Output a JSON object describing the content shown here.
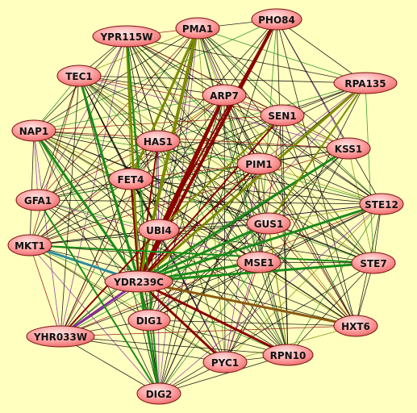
{
  "colors": {
    "background": "#ffffc0",
    "node_fill_light": "#ffd0d0",
    "node_fill_dark": "#f07a7a",
    "node_stroke": "#7a1010",
    "edge_default": "#000000",
    "edge_darkred": "#8b0000",
    "edge_green": "#1a8a1a",
    "edge_olive": "#7a8a00",
    "edge_teal": "#2a8aa0",
    "edge_purple": "#8a2aa0",
    "edge_brown": "#8a5a10"
  },
  "nodes": [
    {
      "id": "PHO84",
      "label": "PHO84"
    },
    {
      "id": "PMA1",
      "label": "PMA1"
    },
    {
      "id": "YPR115W",
      "label": "YPR115W"
    },
    {
      "id": "RPA135",
      "label": "RPA135"
    },
    {
      "id": "TEC1",
      "label": "TEC1"
    },
    {
      "id": "ARP7",
      "label": "ARP7"
    },
    {
      "id": "SEN1",
      "label": "SEN1"
    },
    {
      "id": "NAP1",
      "label": "NAP1"
    },
    {
      "id": "HAS1",
      "label": "HAS1"
    },
    {
      "id": "KSS1",
      "label": "KSS1"
    },
    {
      "id": "PIM1",
      "label": "PIM1"
    },
    {
      "id": "FET4",
      "label": "FET4"
    },
    {
      "id": "GFA1",
      "label": "GFA1"
    },
    {
      "id": "STE12",
      "label": "STE12"
    },
    {
      "id": "GUS1",
      "label": "GUS1"
    },
    {
      "id": "UBI4",
      "label": "UBI4"
    },
    {
      "id": "MKT1",
      "label": "MKT1"
    },
    {
      "id": "MSE1",
      "label": "MSE1"
    },
    {
      "id": "STE7",
      "label": "STE7"
    },
    {
      "id": "YDR239C",
      "label": "YDR239C"
    },
    {
      "id": "DIG1",
      "label": "DIG1"
    },
    {
      "id": "HXT6",
      "label": "HXT6"
    },
    {
      "id": "YHR033W",
      "label": "YHR033W"
    },
    {
      "id": "RPN10",
      "label": "RPN10"
    },
    {
      "id": "PYC1",
      "label": "PYC1"
    },
    {
      "id": "DIG2",
      "label": "DIG2"
    }
  ],
  "highlighted_edges": [
    {
      "from": "YDR239C",
      "to": "PHO84",
      "color": "darkred",
      "weight": 4
    },
    {
      "from": "YDR239C",
      "to": "ARP7",
      "color": "darkred",
      "weight": 4
    },
    {
      "from": "UBI4",
      "to": "ARP7",
      "color": "darkred",
      "weight": 3
    },
    {
      "from": "YDR239C",
      "to": "PMA1",
      "color": "olive",
      "weight": 4
    },
    {
      "from": "YDR239C",
      "to": "YPR115W",
      "color": "olive",
      "weight": 3
    },
    {
      "from": "YDR239C",
      "to": "RPA135",
      "color": "olive",
      "weight": 3
    },
    {
      "from": "YDR239C",
      "to": "TEC1",
      "color": "green",
      "weight": 3
    },
    {
      "from": "YDR239C",
      "to": "NAP1",
      "color": "green",
      "weight": 3
    },
    {
      "from": "YDR239C",
      "to": "KSS1",
      "color": "green",
      "weight": 3
    },
    {
      "from": "YDR239C",
      "to": "GUS1",
      "color": "green",
      "weight": 3
    },
    {
      "from": "YDR239C",
      "to": "STE12",
      "color": "green",
      "weight": 3
    },
    {
      "from": "YDR239C",
      "to": "STE7",
      "color": "green",
      "weight": 3
    },
    {
      "from": "YDR239C",
      "to": "MSE1",
      "color": "green",
      "weight": 3
    },
    {
      "from": "YDR239C",
      "to": "MKT1",
      "color": "teal",
      "weight": 3
    },
    {
      "from": "YDR239C",
      "to": "YHR033W",
      "color": "purple",
      "weight": 3
    },
    {
      "from": "YDR239C",
      "to": "HXT6",
      "color": "brown",
      "weight": 3
    },
    {
      "from": "YDR239C",
      "to": "RPN10",
      "color": "darkred",
      "weight": 3
    },
    {
      "from": "YDR239C",
      "to": "PYC1",
      "color": "darkred",
      "weight": 3
    },
    {
      "from": "YDR239C",
      "to": "DIG2",
      "color": "green",
      "weight": 3
    },
    {
      "from": "YDR239C",
      "to": "DIG1",
      "color": "darkred",
      "weight": 2
    },
    {
      "from": "YDR239C",
      "to": "FET4",
      "color": "darkred",
      "weight": 2
    },
    {
      "from": "YDR239C",
      "to": "HAS1",
      "color": "darkred",
      "weight": 2
    },
    {
      "from": "YDR239C",
      "to": "SEN1",
      "color": "darkred",
      "weight": 2
    },
    {
      "from": "YDR239C",
      "to": "PIM1",
      "color": "darkred",
      "weight": 2
    },
    {
      "from": "UBI4",
      "to": "PHO84",
      "color": "darkred",
      "weight": 2
    },
    {
      "from": "UBI4",
      "to": "SEN1",
      "color": "olive",
      "weight": 2
    },
    {
      "from": "FET4",
      "to": "PMA1",
      "color": "olive",
      "weight": 3
    },
    {
      "from": "GFA1",
      "to": "DIG2",
      "color": "green",
      "weight": 2
    },
    {
      "from": "TEC1",
      "to": "DIG1",
      "color": "green",
      "weight": 2
    },
    {
      "from": "GUS1",
      "to": "RPA135",
      "color": "olive",
      "weight": 2
    },
    {
      "from": "YHR033W",
      "to": "UBI4",
      "color": "darkred",
      "weight": 2
    },
    {
      "from": "YPR115W",
      "to": "DIG2",
      "color": "green",
      "weight": 2
    },
    {
      "from": "MKT1",
      "to": "STE7",
      "color": "green",
      "weight": 2
    }
  ]
}
